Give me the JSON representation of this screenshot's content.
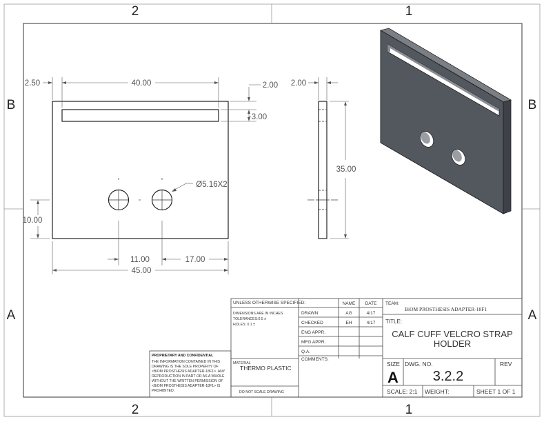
{
  "zones": {
    "top_left": "2",
    "top_right": "1",
    "left_top": "B",
    "left_bottom": "A",
    "right_top": "B",
    "right_bottom": "A",
    "bottom_left": "2",
    "bottom_right": "1"
  },
  "dimensions": {
    "front_left_margin": "2.50",
    "front_slot_length": "40.00",
    "front_slot_top": "2.00",
    "front_slot_height": "3.00",
    "hole_callout": "Ø5.16X2",
    "hole_height": "10.00",
    "hole_spacing": "11.00",
    "hole_right": "17.00",
    "overall_width": "45.00",
    "side_thickness": "2.00",
    "side_height": "35.00"
  },
  "title_block": {
    "unless_specified": "UNLESS OTHERWISE SPECIFIED:",
    "dims_in_inches": "DIMENSIONS ARE IN INCHES",
    "tolerances": "TOLERANCES:0.5 ±",
    "holes": "HOLES: 0.1 ±",
    "col_name": "NAME",
    "col_date": "DATE",
    "rows": [
      {
        "label": "DRAWN",
        "name": "AG",
        "date": "4/17"
      },
      {
        "label": "CHECKED",
        "name": "EH",
        "date": "4/17"
      },
      {
        "label": "ENG APPR.",
        "name": "",
        "date": ""
      },
      {
        "label": "MFG APPR.",
        "name": "",
        "date": ""
      },
      {
        "label": "Q.A.",
        "name": "",
        "date": ""
      }
    ],
    "comments_label": "COMMENTS:",
    "team_label": "TEAM:",
    "team_value": "BiOM PROSTHESIS ADAPTER-18F1",
    "title_label": "TITLE:",
    "title_line1": "CALF CUFF VELCRO STRAP",
    "title_line2": "HOLDER",
    "material_label": "MATERIAL",
    "material_value": "THERMO PLASTIC",
    "no_scale": "DO NOT SCALE DRAWING",
    "size_label": "SIZE",
    "size_value": "A",
    "dwg_label": "DWG.  NO.",
    "dwg_value": "3.2.2",
    "rev_label": "REV",
    "scale": "SCALE: 2:1",
    "weight": "WEIGHT:",
    "sheet": "SHEET 1 OF 1",
    "proprietary_title": "PROPRIETARY AND CONFIDENTIAL",
    "proprietary_lines": [
      "THE INFORMATION CONTAINED IN THIS",
      "DRAWING IS THE SOLE PROPERTY OF",
      "<BiOM PROSTHESIS ADAPTER-18F1>.  ANY",
      "REPRODUCTION IN PART OR AS A WHOLE",
      "WITHOUT THE WRITTEN PERMISSION OF",
      "<BiOM PROSTHESIS ADAPTER-18F1> IS",
      "PROHIBITED."
    ]
  },
  "colors": {
    "part_face": "#53575e",
    "part_side": "#3e4147",
    "part_top": "#7a7e85",
    "line": "#222222"
  }
}
